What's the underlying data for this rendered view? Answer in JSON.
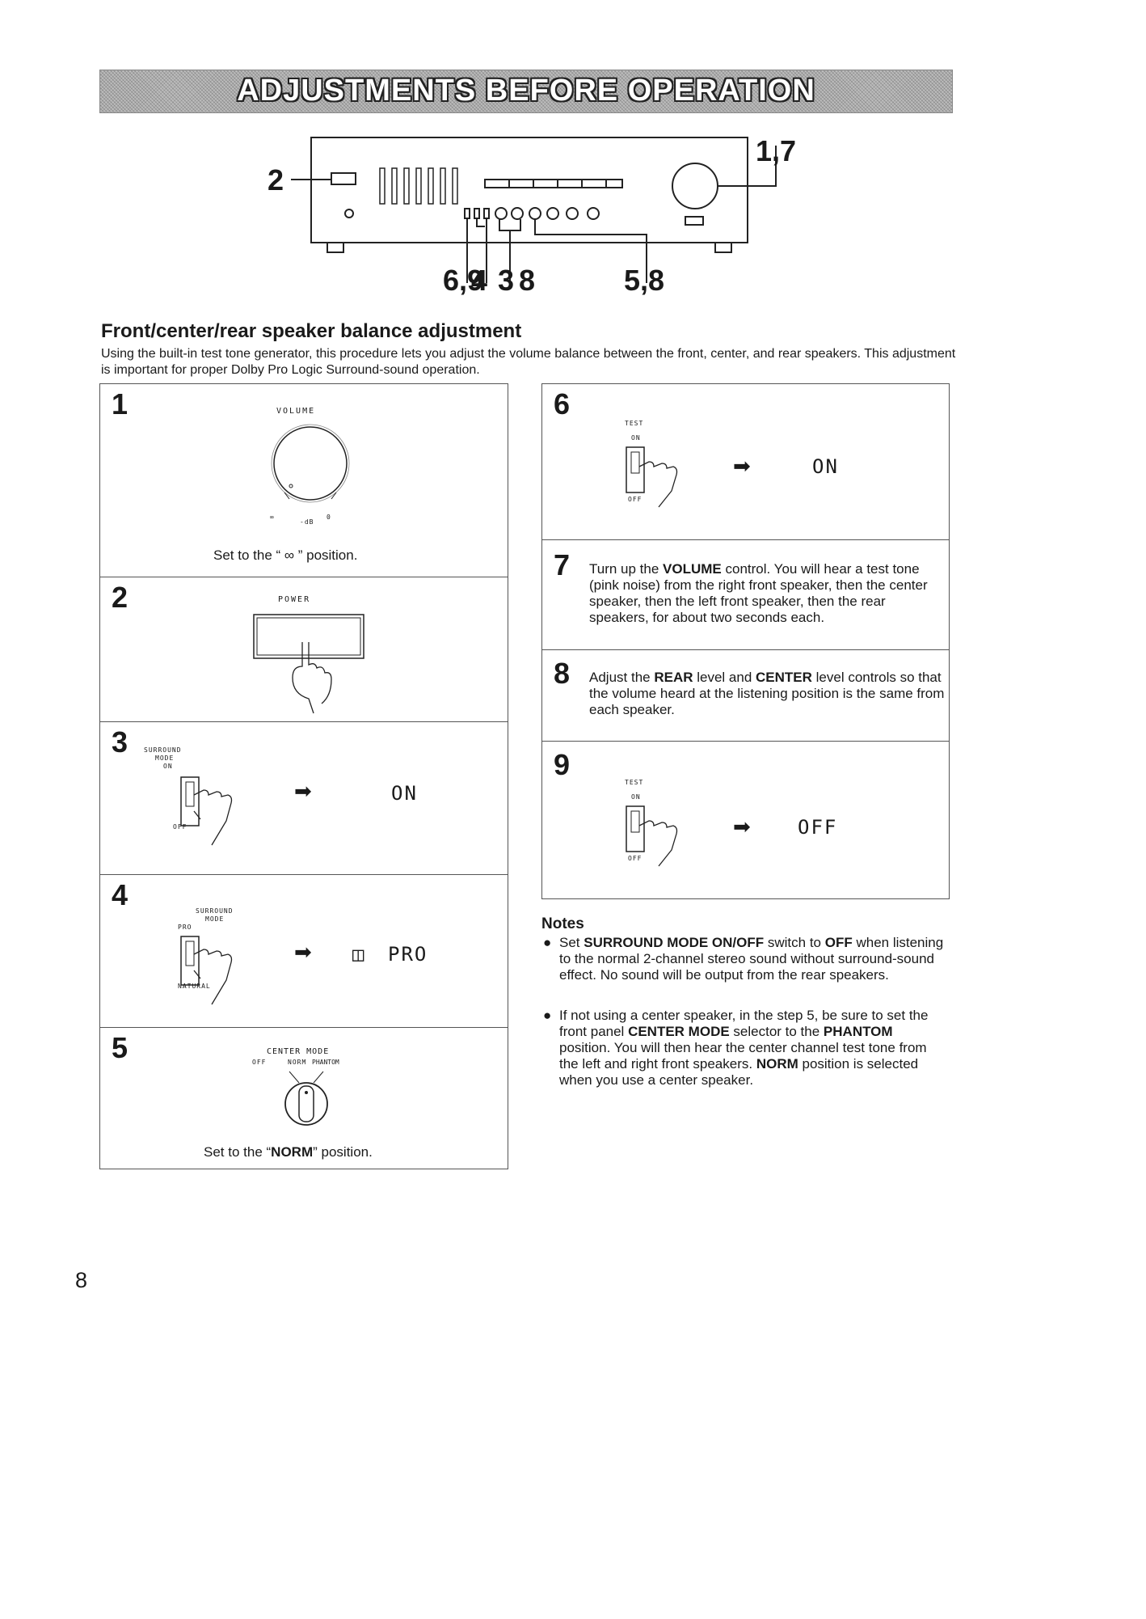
{
  "banner_title": "ADJUSTMENTS BEFORE OPERATION",
  "diagram": {
    "callout_2": "2",
    "callout_17": "1,7",
    "callout_69": "6,9",
    "callout_4": "4",
    "callout_3": "3",
    "callout_8": "8",
    "callout_58": "5,8"
  },
  "section": {
    "title": "Front/center/rear speaker balance adjustment",
    "intro": "Using the built-in test tone generator, this procedure lets you adjust the volume balance between the front, center, and rear speakers. This adjustment is important for proper Dolby Pro Logic Surround-sound operation."
  },
  "steps": {
    "s1": {
      "num": "1",
      "label": "VOLUME",
      "scale_min": "∞",
      "scale_unit": "-dB",
      "scale_max": "0",
      "caption_a": "Set to the “ ",
      "caption_sym": "∞",
      "caption_b": " ” position."
    },
    "s2": {
      "num": "2",
      "label": "POWER"
    },
    "s3": {
      "num": "3",
      "label_a": "SURROUND",
      "label_b": "MODE",
      "on": "ON",
      "off": "OFF",
      "result": "ON"
    },
    "s4": {
      "num": "4",
      "label_a": "SURROUND",
      "label_b": "MODE",
      "top": "PRO",
      "bottom": "NATURAL",
      "result": "PRO"
    },
    "s5": {
      "num": "5",
      "label": "CENTER MODE",
      "opt_off": "OFF",
      "opt_norm": "NORM",
      "opt_phantom": "PHANTOM",
      "caption_a": "Set to the “",
      "caption_bold": "NORM",
      "caption_b": "” position."
    },
    "s6": {
      "num": "6",
      "label": "TEST",
      "on": "ON",
      "off": "OFF",
      "result": "ON"
    },
    "s7": {
      "num": "7",
      "t1": "Turn up the ",
      "b1": "VOLUME",
      "t2": " control. You will hear a test tone (pink noise) from the right front speaker, then the center speaker, then the left front speaker, then the rear speakers, for about two seconds each."
    },
    "s8": {
      "num": "8",
      "t1": "Adjust the ",
      "b1": "REAR",
      "t2": " level and ",
      "b2": "CENTER",
      "t3": " level controls so that the volume heard at the listening position is the same from each speaker."
    },
    "s9": {
      "num": "9",
      "label": "TEST",
      "on": "ON",
      "off": "OFF",
      "result": "OFF"
    }
  },
  "notes": {
    "title": "Notes",
    "n1": {
      "t1": "Set ",
      "b1": "SURROUND MODE ON/OFF",
      "t2": " switch to ",
      "b2": "OFF",
      "t3": " when listening to the normal 2-channel stereo sound without surround-sound effect. No sound will be output from the rear speakers."
    },
    "n2": {
      "t1": "If not using a center speaker, in the step 5, be sure to set the front panel ",
      "b1": "CENTER MODE",
      "t2": " selector to the ",
      "b2": "PHANTOM",
      "t3": " position. You will then hear the center channel test tone from the left and right front speakers. ",
      "b3": "NORM",
      "t4": " position is selected when you use a center speaker."
    }
  },
  "page_number": "8"
}
